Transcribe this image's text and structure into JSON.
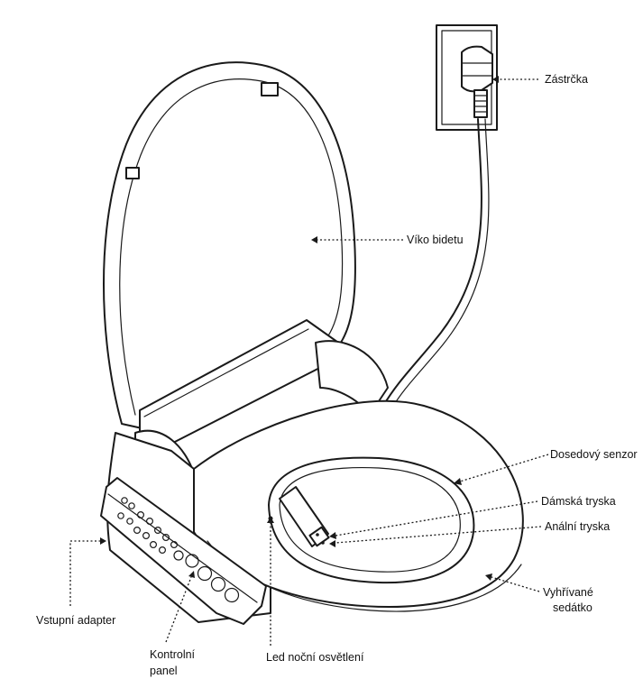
{
  "labels": {
    "plug": "Zástrčka",
    "lid": "Víko bidetu",
    "seat_sensor": "Dosedový senzor",
    "lady_nozzle": "Dámská tryska",
    "anal_nozzle": "Anální tryska",
    "heated_seat_line1": "Vyhřívané",
    "heated_seat_line2": "sedátko",
    "input_adapter": "Vstupní adapter",
    "control_panel_line1": "Kontrolní",
    "control_panel_line2": "panel",
    "night_light": "Led noční osvětlení"
  }
}
